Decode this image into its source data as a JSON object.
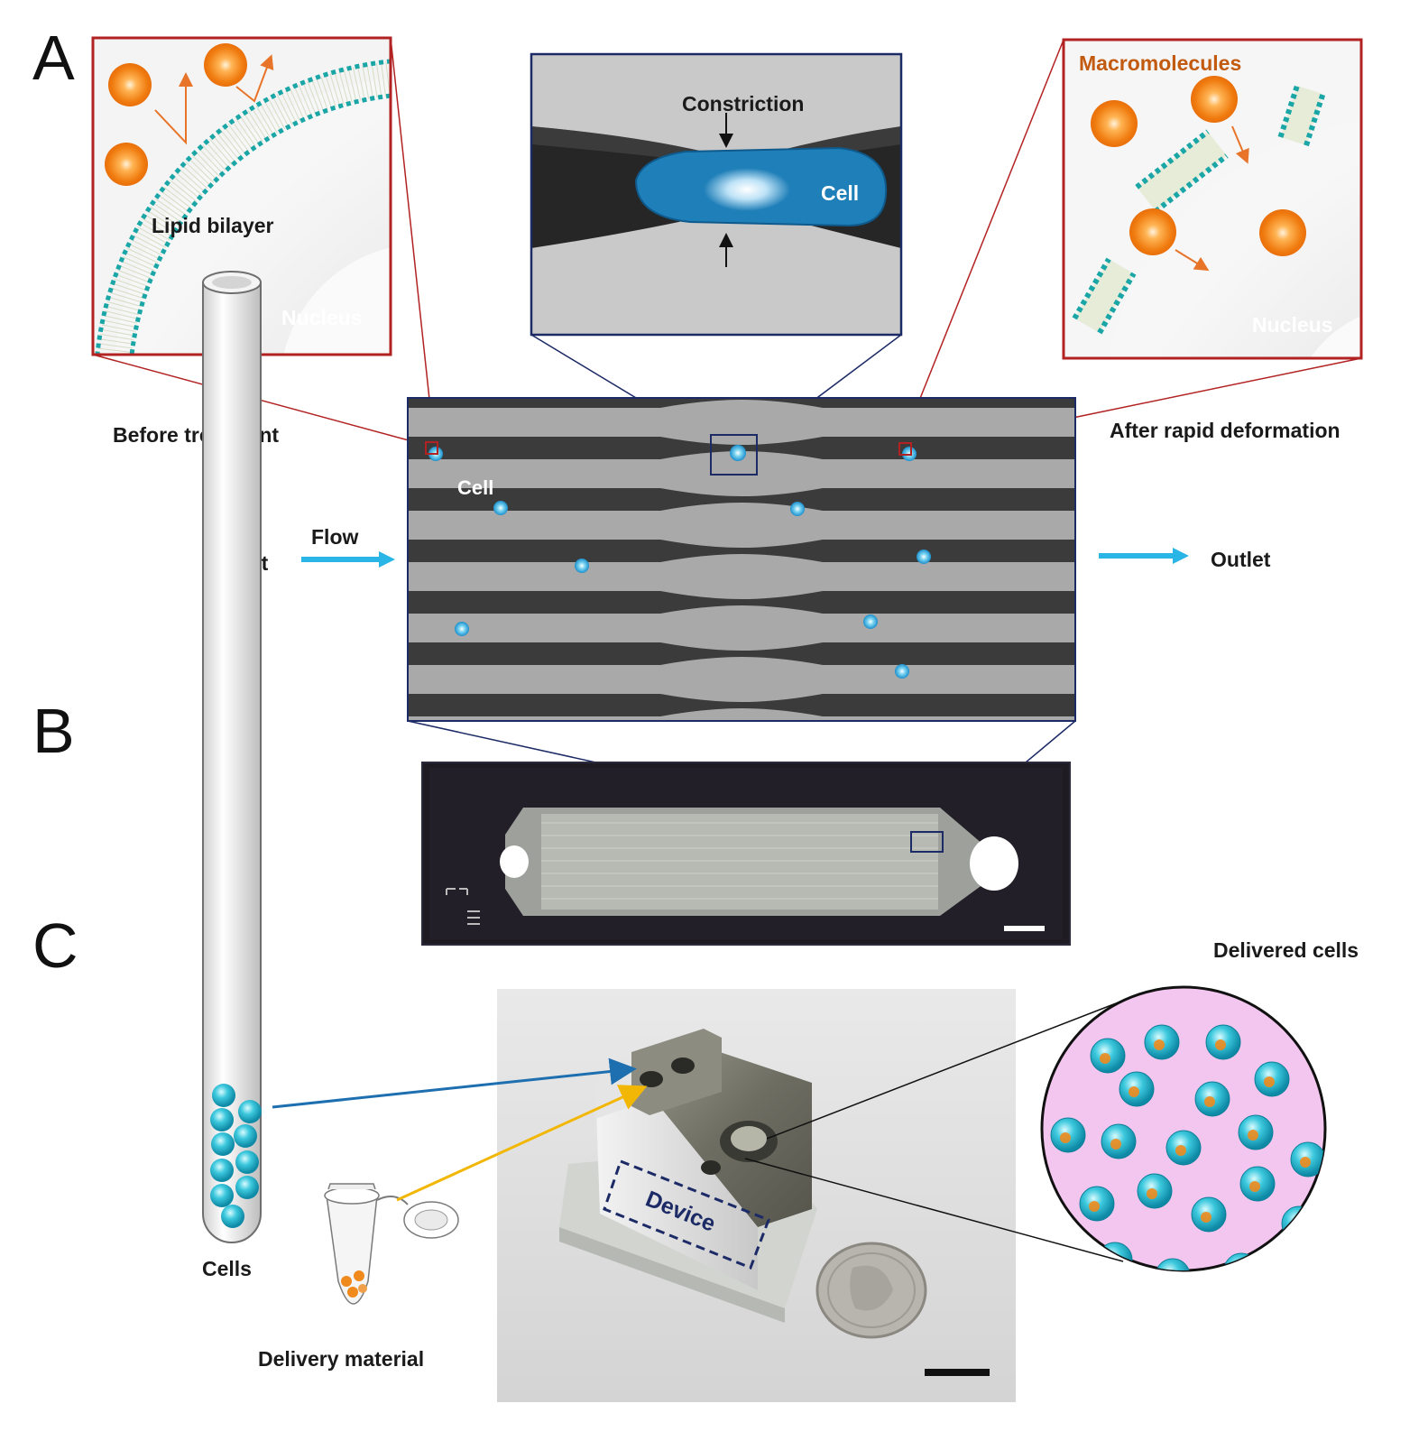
{
  "panels": {
    "a": "A",
    "b": "B",
    "c": "C"
  },
  "labels": {
    "lipid_bilayer": "Lipid bilayer",
    "nucleus_left": "Nucleus",
    "constriction": "Constriction",
    "cell_zoom": "Cell",
    "macromolecules": "Macromolecules",
    "nucleus_right": "Nucleus",
    "before_treatment": "Before treatment",
    "after_deformation": "After rapid deformation",
    "cell_chip": "Cell",
    "flow": "Flow",
    "inlet": "Inlet",
    "outlet": "Outlet",
    "cells": "Cells",
    "delivery_material": "Delivery material",
    "device": "Device",
    "delivered_cells": "Delivered cells"
  },
  "colors": {
    "red_frame": "#b22222",
    "navy_frame": "#1c2a66",
    "cell_blue": "#1f7fb8",
    "cyan_cell": "#22b3cc",
    "orange_molecule": "#f08a1c",
    "macromolecule_text": "#c25a10",
    "flow_arrow": "#29b6e6",
    "yellow_arrow": "#f2b705",
    "dish_pink": "#f3c6ef"
  }
}
